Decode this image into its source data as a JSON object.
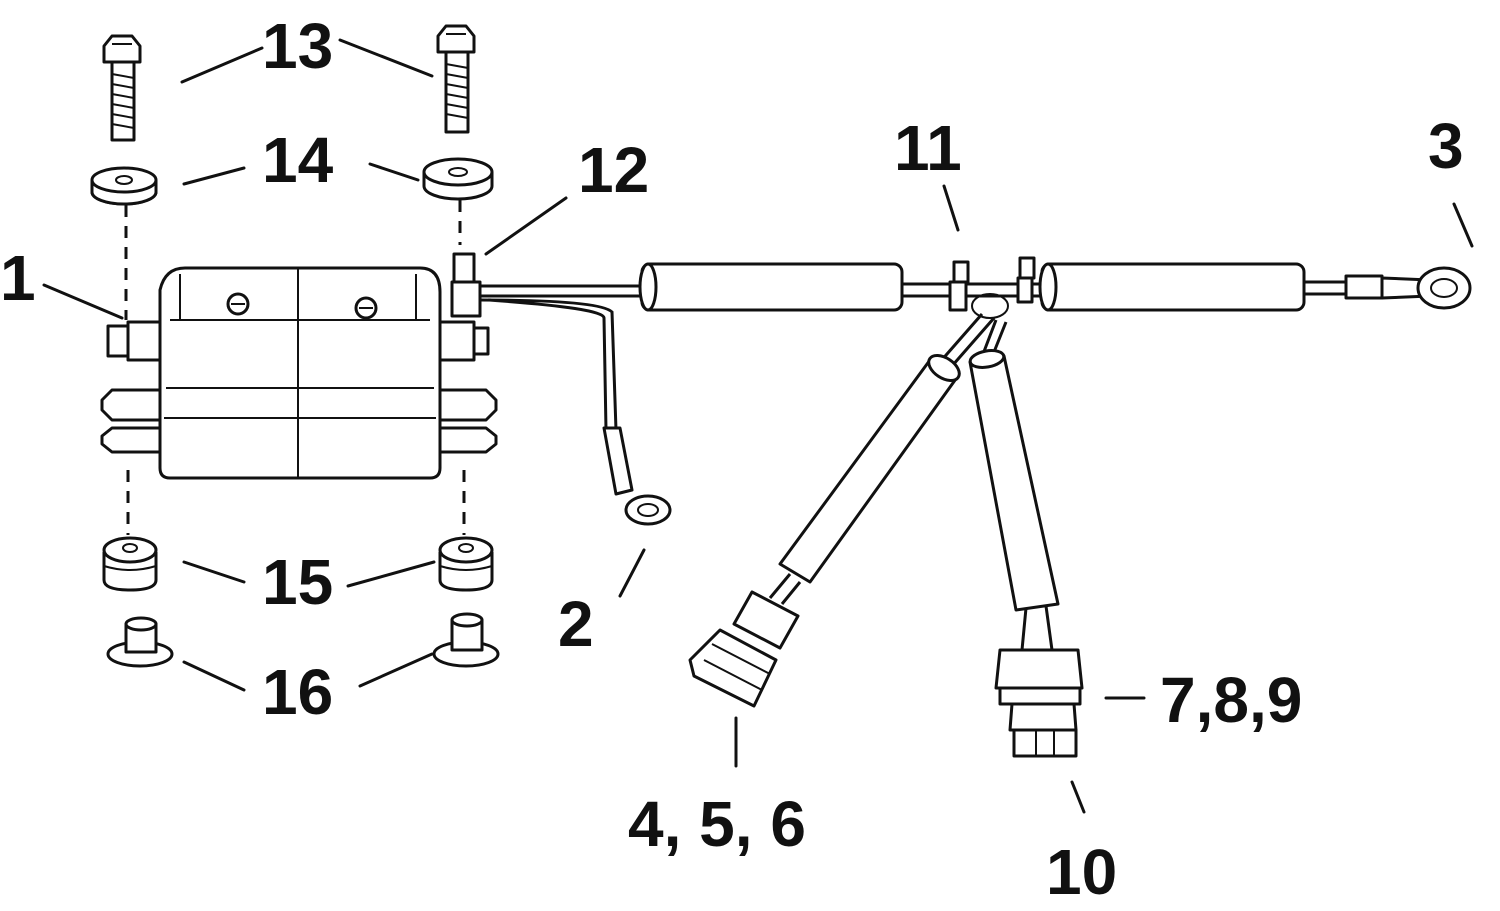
{
  "callouts": {
    "c1": "1",
    "c2": "2",
    "c3": "3",
    "c456": "4, 5, 6",
    "c789": "7,8,9",
    "c10": "10",
    "c11": "11",
    "c12": "12",
    "c13": "13",
    "c14": "14",
    "c15": "15",
    "c16": "16"
  },
  "colors": {
    "ink": "#111111",
    "paper": "#ffffff"
  }
}
